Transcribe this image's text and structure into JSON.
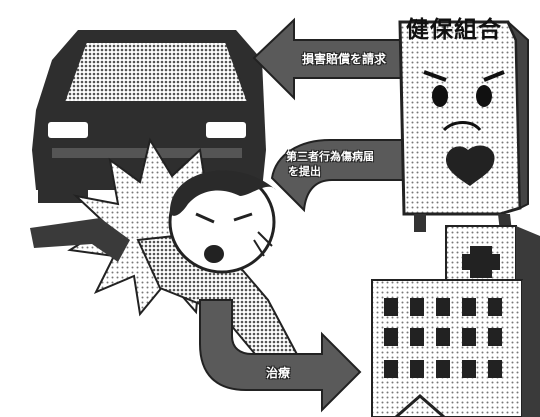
{
  "organization": {
    "name": "健保組合"
  },
  "arrows": {
    "claim": {
      "label": "損害賠償を請求"
    },
    "report": {
      "line1": "第三者行為傷病届",
      "line2": "を提出"
    },
    "treatment": {
      "label": "治療"
    }
  },
  "colors": {
    "car": "#2e2e2e",
    "arrow": "#5a5a5a",
    "building": "#b5b5b5",
    "halftone": "#444444"
  }
}
